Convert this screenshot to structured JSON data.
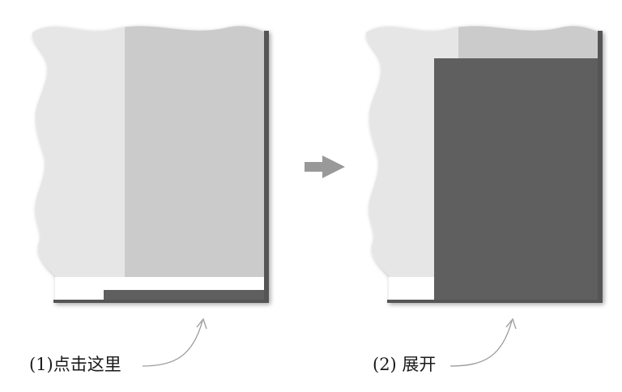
{
  "steps": [
    {
      "caption": "(1)点击这里",
      "state": "collapsed"
    },
    {
      "caption": "(2) 展开",
      "state": "expanded"
    }
  ],
  "colors": {
    "page_left": "#e6e6e6",
    "page_right": "#cbcbcb",
    "page_edge": "#555555",
    "panel": "#5e5e5e",
    "arrow": "#999999",
    "leader_line": "#9a9a9a",
    "caption_text": "#1a1a1a"
  },
  "icons": {
    "transition": "right-arrow-icon",
    "pointer": "curved-pointer-arrow-icon"
  }
}
